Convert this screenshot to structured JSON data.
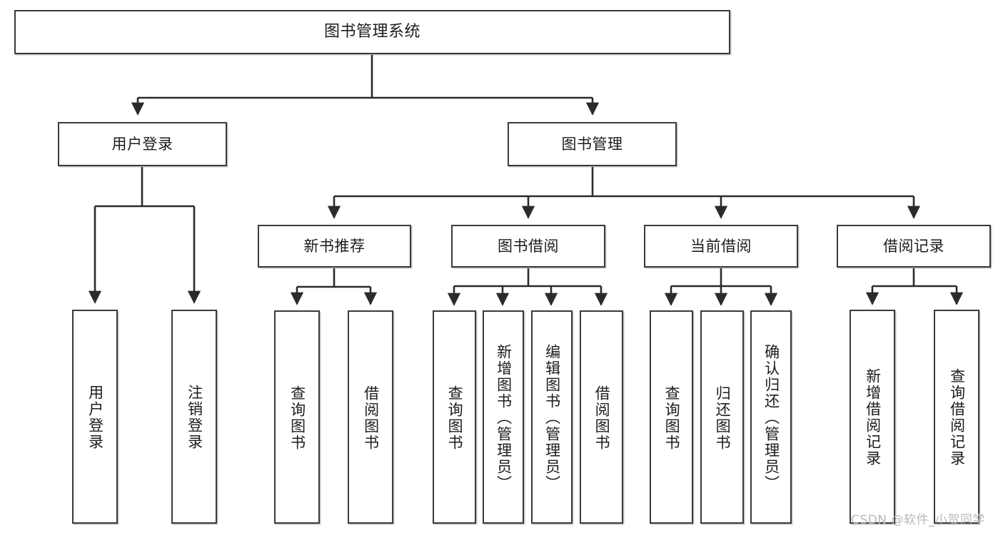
{
  "diagram": {
    "title": "图书管理系统",
    "type": "tree-hierarchy",
    "colors": {
      "box_border": "#3a3a3a",
      "box_fill": "#ffffff",
      "connector": "#2b2b2b",
      "watermark": "#b9b9b9",
      "page_background": "#ffffff"
    },
    "root": {
      "label": "图书管理系统"
    },
    "level2": [
      {
        "label": "用户登录"
      },
      {
        "label": "图书管理"
      }
    ],
    "level3": [
      {
        "label": "新书推荐"
      },
      {
        "label": "图书借阅"
      },
      {
        "label": "当前借阅"
      },
      {
        "label": "借阅记录"
      }
    ],
    "leaves": {
      "user_login": [
        {
          "label": "用户登录"
        },
        {
          "label": "注销登录"
        }
      ],
      "new_book_recommend": [
        {
          "label": "查询图书"
        },
        {
          "label": "借阅图书"
        }
      ],
      "book_borrow": [
        {
          "label": "查询图书"
        },
        {
          "label": "新增图书（管理员）"
        },
        {
          "label": "编辑图书（管理员）"
        },
        {
          "label": "借阅图书"
        }
      ],
      "current_borrow": [
        {
          "label": "查询图书"
        },
        {
          "label": "归还图书"
        },
        {
          "label": "确认归还（管理员）"
        }
      ],
      "borrow_record": [
        {
          "label": "新增借阅记录"
        },
        {
          "label": "查询借阅记录"
        }
      ]
    }
  },
  "watermark": {
    "text": "CSDN @软件_小贺同学"
  }
}
